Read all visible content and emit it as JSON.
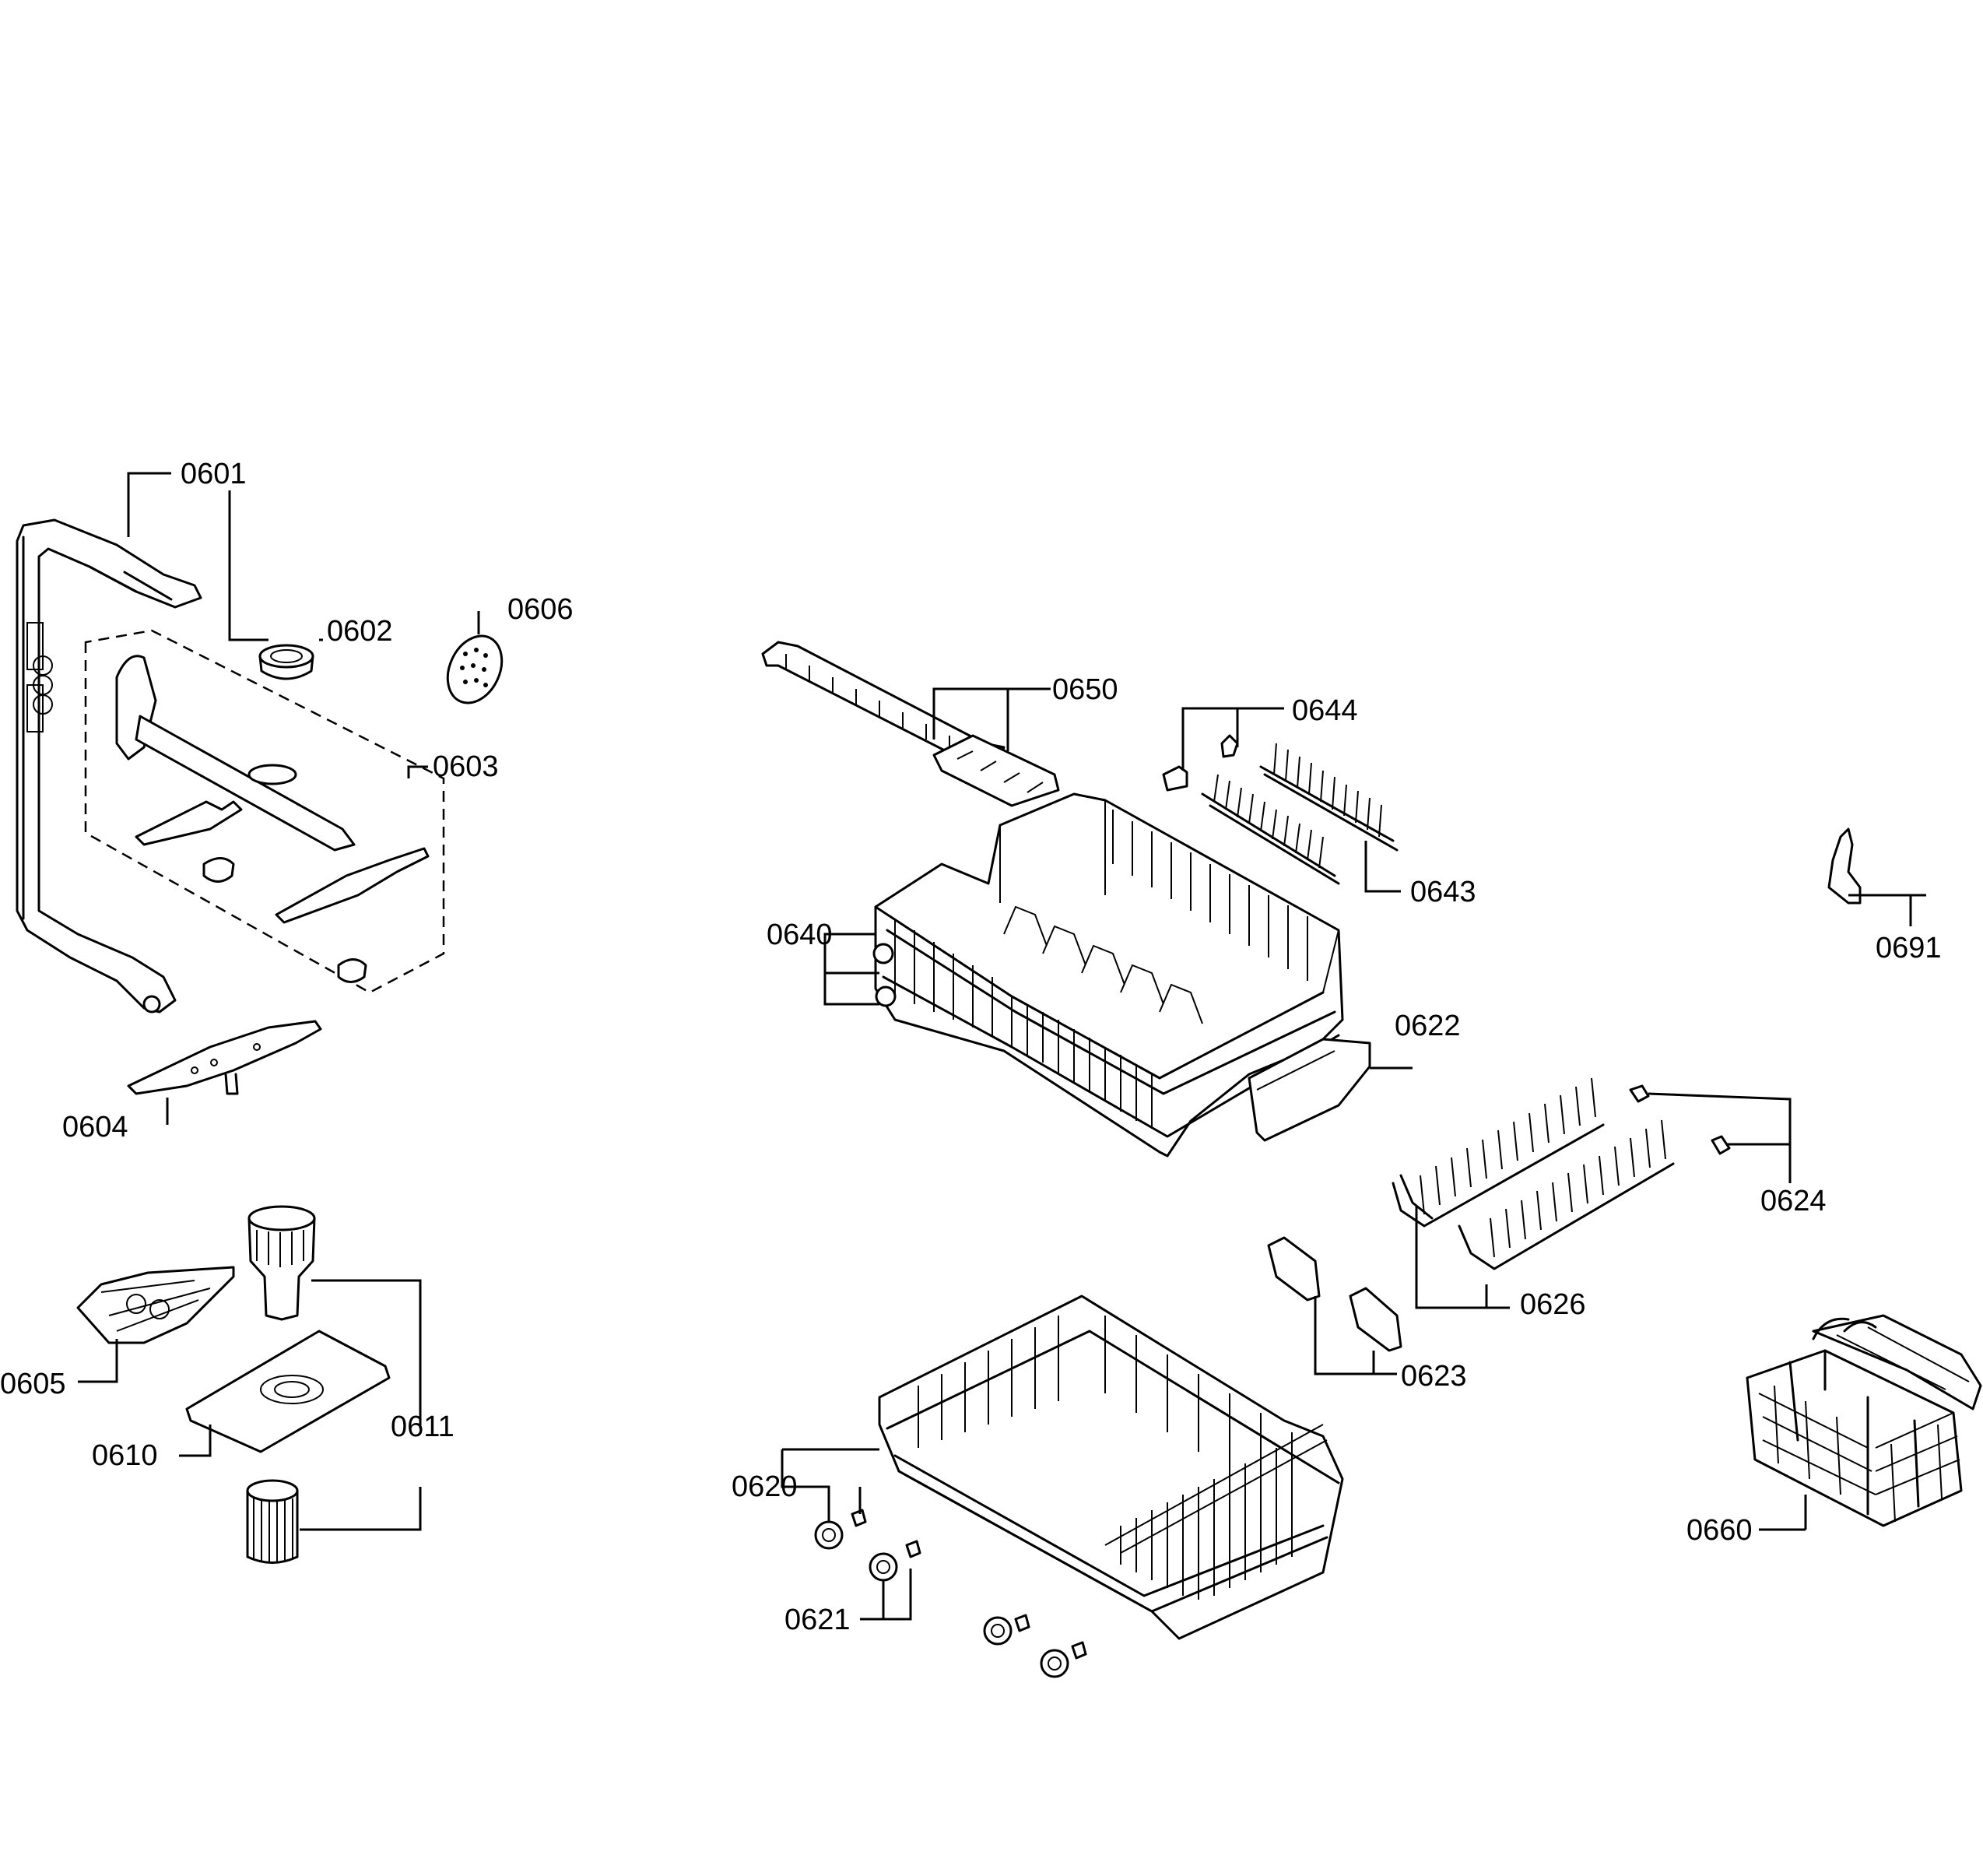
{
  "diagram": {
    "labels": {
      "p0601": "0601",
      "p0602": "0602",
      "p0603": "0603",
      "p0604": "0604",
      "p0605": "0605",
      "p0606": "0606",
      "p0610": "0610",
      "p0611": "0611",
      "p0620": "0620",
      "p0621": "0621",
      "p0622": "0622",
      "p0623": "0623",
      "p0624": "0624",
      "p0626": "0626",
      "p0640": "0640",
      "p0643": "0643",
      "p0644": "0644",
      "p0650": "0650",
      "p0660": "0660",
      "p0691": "0691"
    }
  }
}
